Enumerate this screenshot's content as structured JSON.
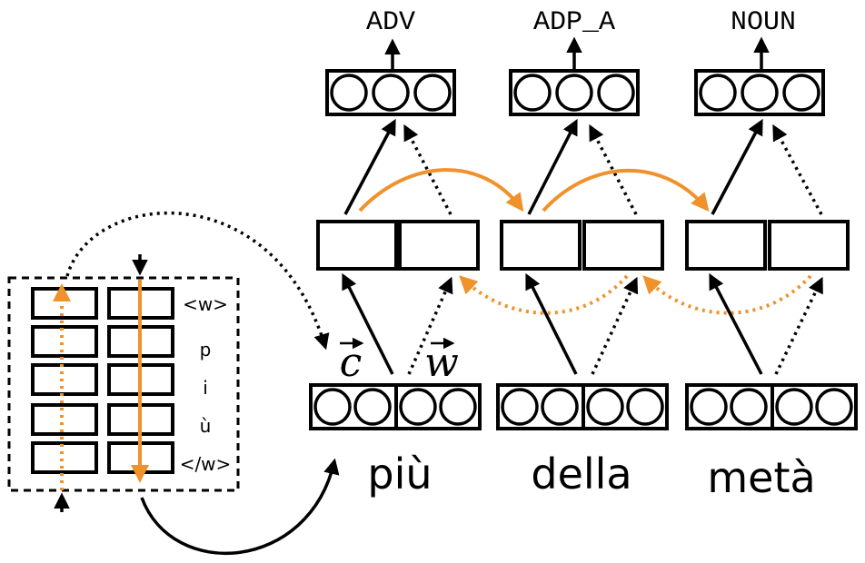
{
  "tags": [
    "ADV",
    "ADP_A",
    "NOUN"
  ],
  "words": [
    "più",
    "della",
    "metà"
  ],
  "vector_labels": [
    "c",
    "w"
  ],
  "char_sequence": [
    "<w>",
    "p",
    "i",
    "ù",
    "</w>"
  ],
  "colors": {
    "forward": "#000000",
    "backward": "#f0922b"
  }
}
